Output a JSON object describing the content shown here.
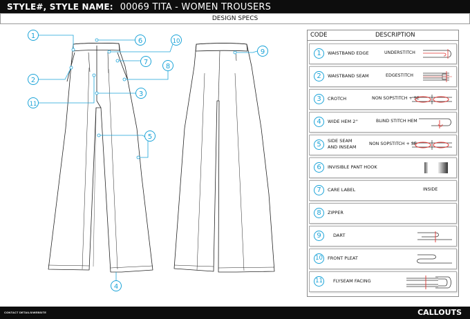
{
  "header": {
    "style_label": "STYLE#, STYLE NAME:",
    "style_value": "00069 TITA - WOMEN TROUSERS"
  },
  "section_title": "DESIGN SPECS",
  "legend": {
    "code_header": "CODE",
    "description_header": "DESCRIPTION",
    "items": [
      {
        "code": "1",
        "name": "WAISTBAND EDGE",
        "method": "UNDERSTITCH",
        "icon": "understitch-icon"
      },
      {
        "code": "2",
        "name": "WAISTBAND SEAM",
        "method": "EDGESTITCH",
        "icon": "edgestitch-icon"
      },
      {
        "code": "3",
        "name": "CROTCH",
        "method": "NON SOPSTITCH + SE",
        "icon": "crotch-seam-icon"
      },
      {
        "code": "4",
        "name": "WIDE HEM 2''",
        "method": "BLIND STITCH HEM",
        "icon": "blind-hem-icon"
      },
      {
        "code": "5",
        "name": "SIDE SEAM AND INSEAM",
        "method": "NON SOPSTITCH + SE",
        "icon": "side-seam-icon"
      },
      {
        "code": "6",
        "name": "INVISIBLE PANT HOOK",
        "method": "",
        "icon": "pant-hook-icon"
      },
      {
        "code": "7",
        "name": "CARE LABEL",
        "method": "INSIDE",
        "icon": ""
      },
      {
        "code": "8",
        "name": "ZIPPER",
        "method": "",
        "icon": ""
      },
      {
        "code": "9",
        "name": "DART",
        "method": "",
        "icon": "dart-icon"
      },
      {
        "code": "10",
        "name": "FRONT PLEAT",
        "method": "",
        "icon": "pleat-icon"
      },
      {
        "code": "11",
        "name": "FLYSEAM FACING",
        "method": "",
        "icon": "fly-facing-icon"
      }
    ]
  },
  "callouts": {
    "front": [
      "1",
      "2",
      "11",
      "6",
      "10",
      "7",
      "8",
      "3",
      "5",
      "4"
    ],
    "back": [
      "9"
    ]
  },
  "footer": {
    "contact": "CONTACT DETAILS/WEBSITE",
    "page": "CALLOUTS"
  },
  "colors": {
    "callout_blue": "#1aa3d8",
    "stitch_red": "#e0332f",
    "bar_black": "#0d0d0d"
  }
}
